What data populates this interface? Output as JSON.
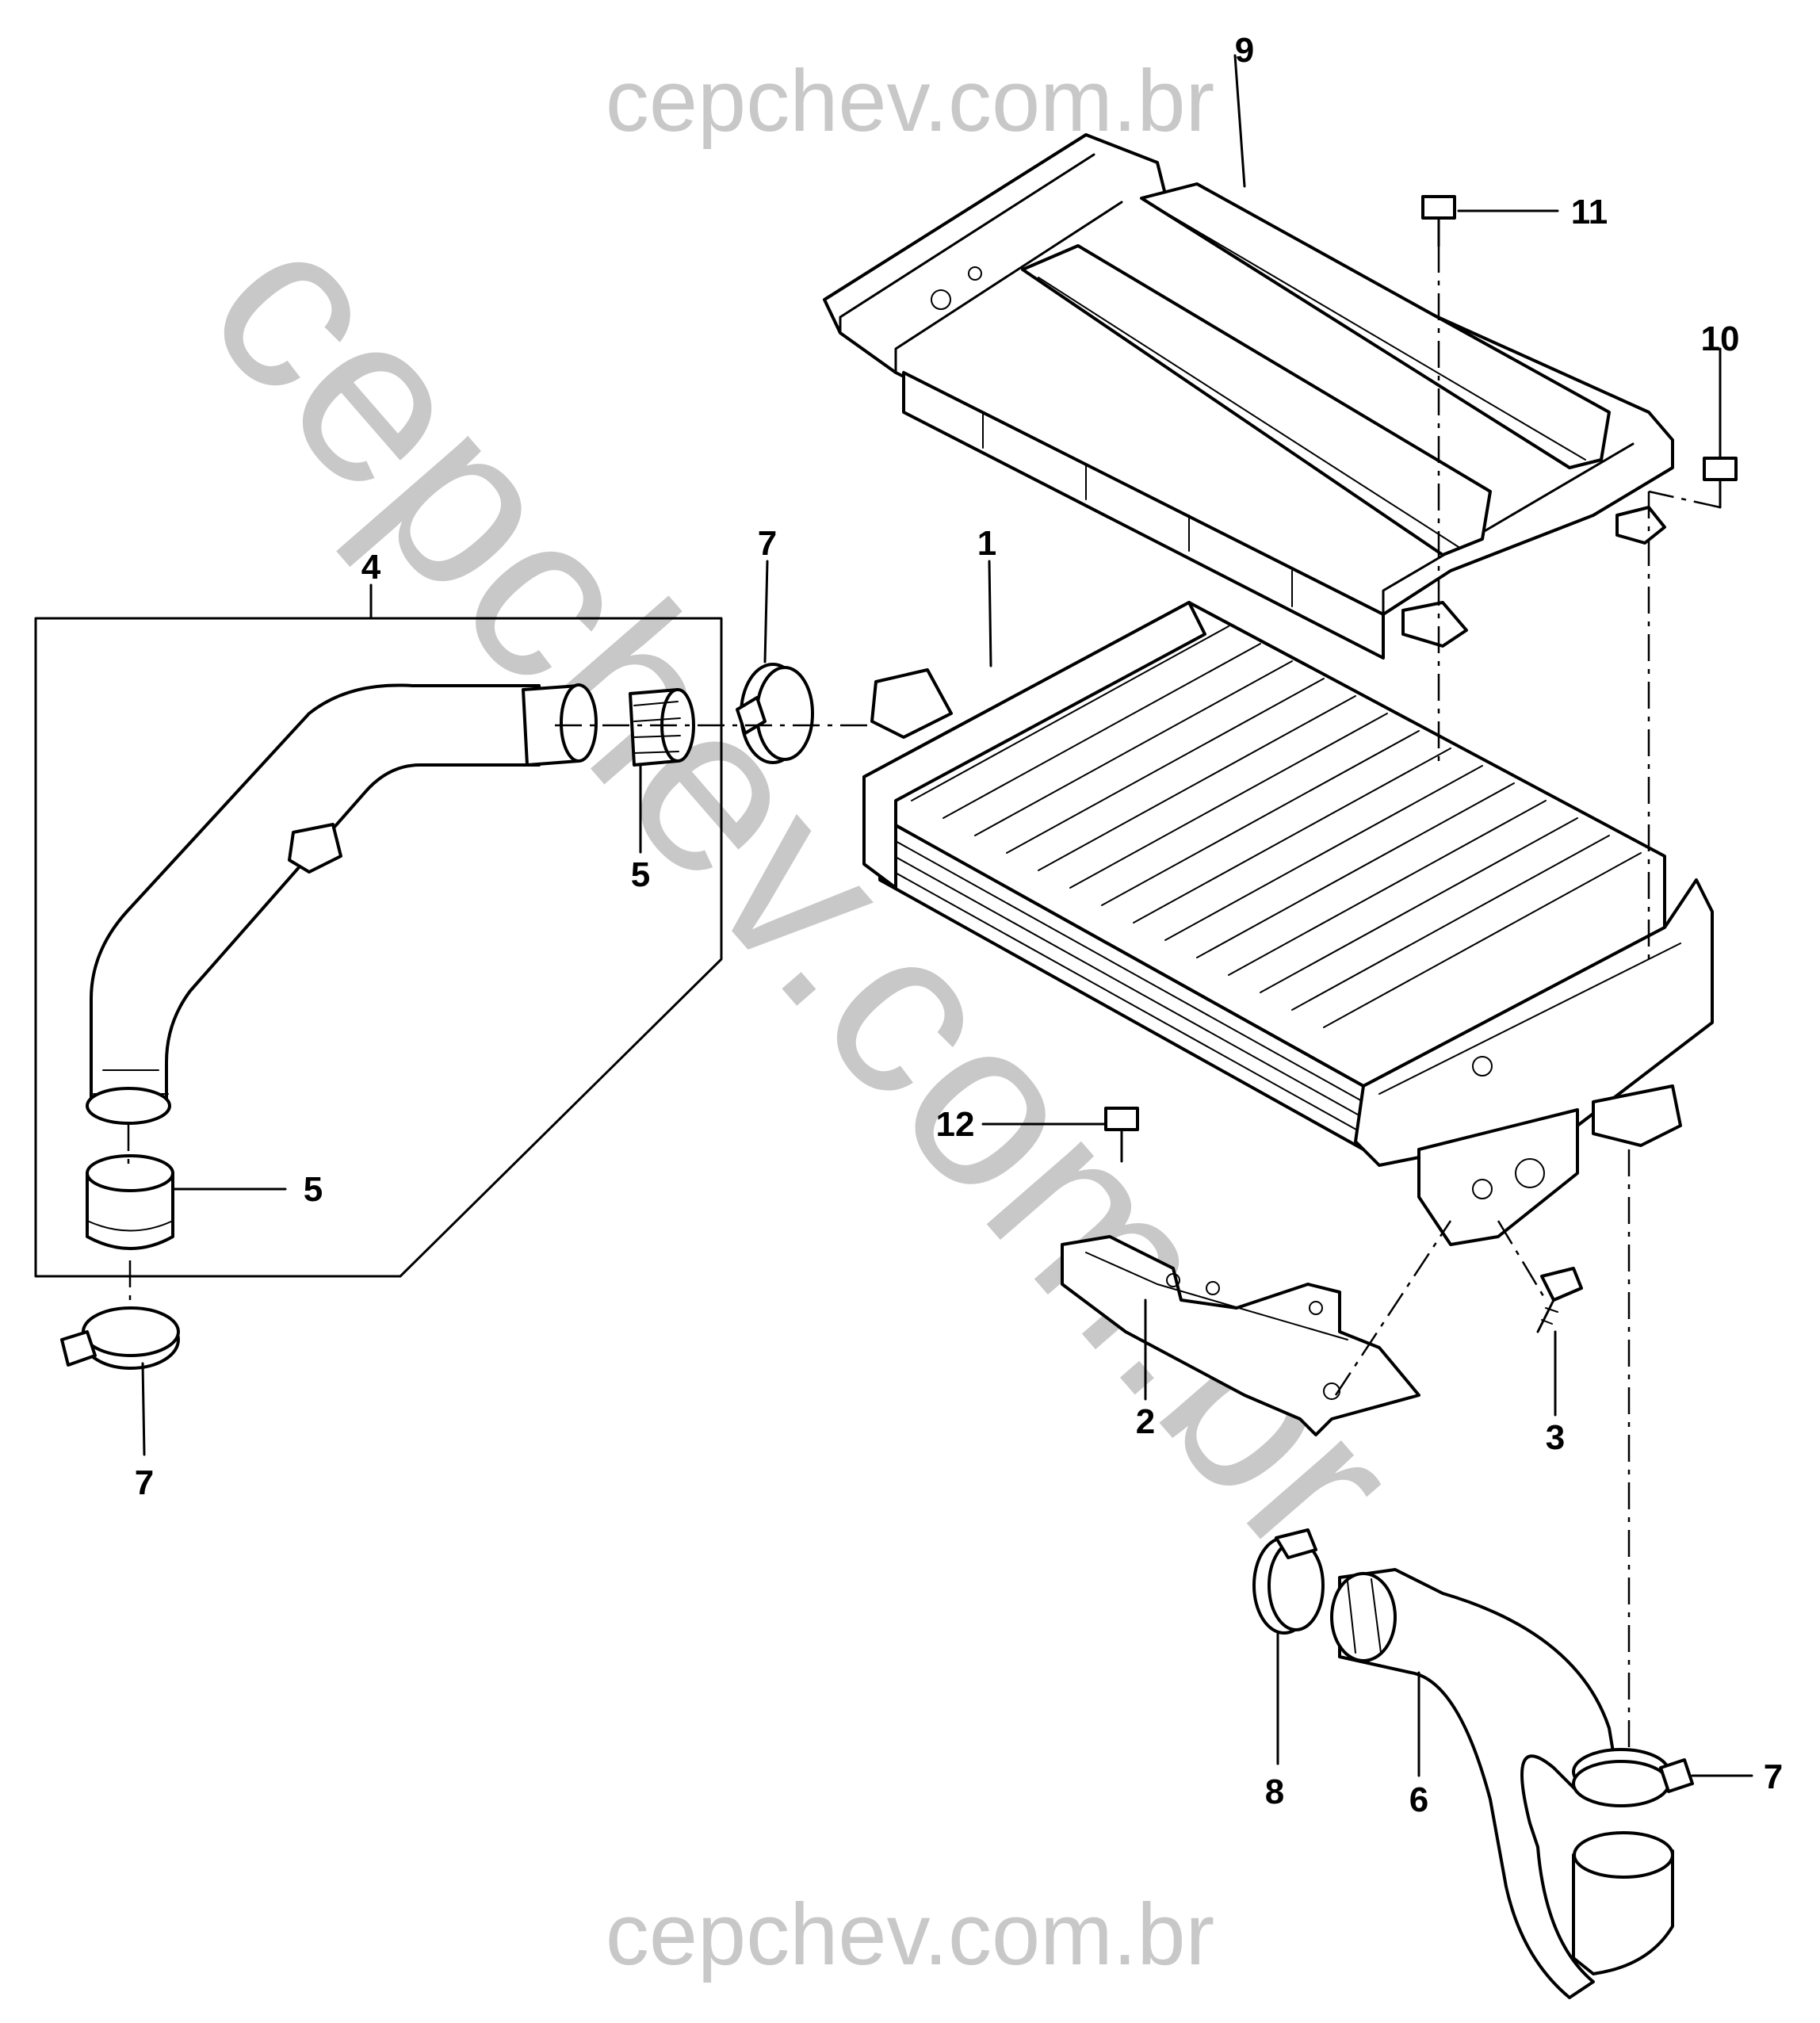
{
  "watermark": {
    "top": "cepchev.com.br",
    "bottom": "cepchev.com.br",
    "diagonal": "cepchev.com.br"
  },
  "callouts": [
    {
      "id": "1",
      "label": "1"
    },
    {
      "id": "2",
      "label": "2"
    },
    {
      "id": "3",
      "label": "3"
    },
    {
      "id": "4",
      "label": "4"
    },
    {
      "id": "5a",
      "label": "5"
    },
    {
      "id": "5b",
      "label": "5"
    },
    {
      "id": "6",
      "label": "6"
    },
    {
      "id": "7a",
      "label": "7"
    },
    {
      "id": "7b",
      "label": "7"
    },
    {
      "id": "7c",
      "label": "7"
    },
    {
      "id": "8",
      "label": "8"
    },
    {
      "id": "9",
      "label": "9"
    },
    {
      "id": "10",
      "label": "10"
    },
    {
      "id": "11",
      "label": "11"
    },
    {
      "id": "12",
      "label": "12"
    }
  ]
}
